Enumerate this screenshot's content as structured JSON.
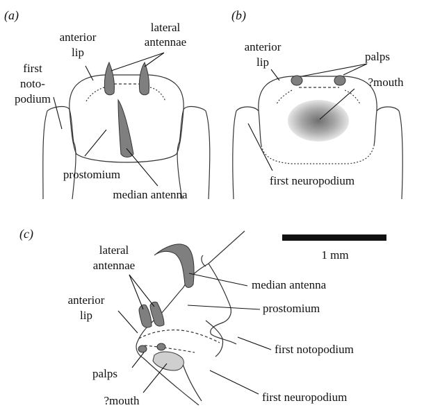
{
  "colors": {
    "appendage_fill": "#7f7f7f",
    "outline": "#333333",
    "mouth_gradient_center": "#6f6f6f",
    "mouth_gradient_edge": "#e6e6e6",
    "scale_bar": "#111111"
  },
  "panel_a": {
    "label": "(a)",
    "first_notopodium_lines": [
      "first",
      "noto-",
      "podium"
    ],
    "anterior_lip_lines": [
      "anterior",
      "lip"
    ],
    "lateral_antennae_lines": [
      "lateral",
      "antennae"
    ],
    "prostomium": "prostomium",
    "median_antenna": "median antenna"
  },
  "panel_b": {
    "label": "(b)",
    "anterior_lip_lines": [
      "anterior",
      "lip"
    ],
    "palps": "palps",
    "mouth": "?mouth",
    "first_neuropodium": "first neuropodium"
  },
  "panel_c": {
    "label": "(c)",
    "scale_bar_label": "1 mm",
    "lateral_antennae_lines": [
      "lateral",
      "antennae"
    ],
    "anterior_lip_lines": [
      "anterior",
      "lip"
    ],
    "median_antenna": "median antenna",
    "prostomium": "prostomium",
    "first_notopodium": "first notopodium",
    "palps": "palps",
    "mouth": "?mouth",
    "first_neuropodium": "first neuropodium"
  }
}
